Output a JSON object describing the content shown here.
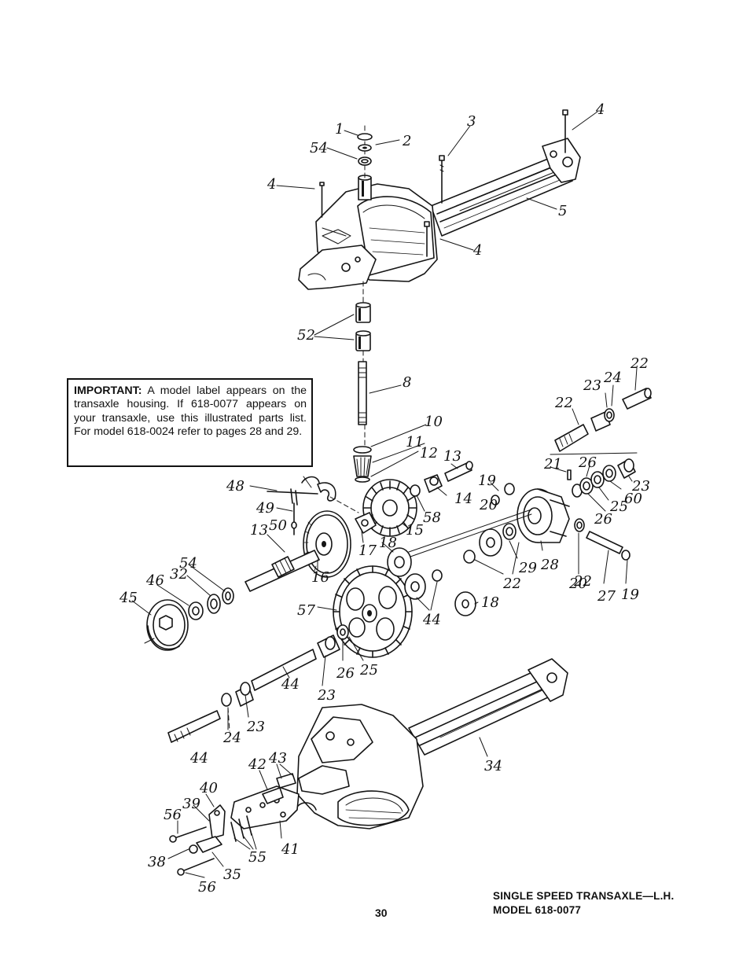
{
  "notice": {
    "lead": "IMPORTANT:",
    "text": " A model label appears on the transaxle housing. If 618-0077 appears on your transaxle, use this illustrated parts list. For model 618-0024 refer to pages 28 and 29."
  },
  "footer": {
    "page_number": "30",
    "title_line1": "SINGLE SPEED TRANSAXLE—L.H.",
    "title_line2": "MODEL 618-0077"
  },
  "callouts": [
    "1",
    "2",
    "54",
    "3",
    "4",
    "4",
    "5",
    "4",
    "52",
    "8",
    "10",
    "11",
    "12",
    "13",
    "19",
    "20",
    "22",
    "23",
    "24",
    "22",
    "22",
    "21",
    "26",
    "23",
    "60",
    "25",
    "26",
    "48",
    "49",
    "13",
    "50",
    "14",
    "58",
    "15",
    "17",
    "18",
    "16",
    "54",
    "32",
    "46",
    "45",
    "57",
    "29",
    "28",
    "22",
    "44",
    "18",
    "20",
    "27",
    "19",
    "26",
    "25",
    "23",
    "44",
    "23",
    "24",
    "44",
    "34",
    "42",
    "43",
    "40",
    "39",
    "56",
    "55",
    "41",
    "38",
    "35",
    "56"
  ]
}
